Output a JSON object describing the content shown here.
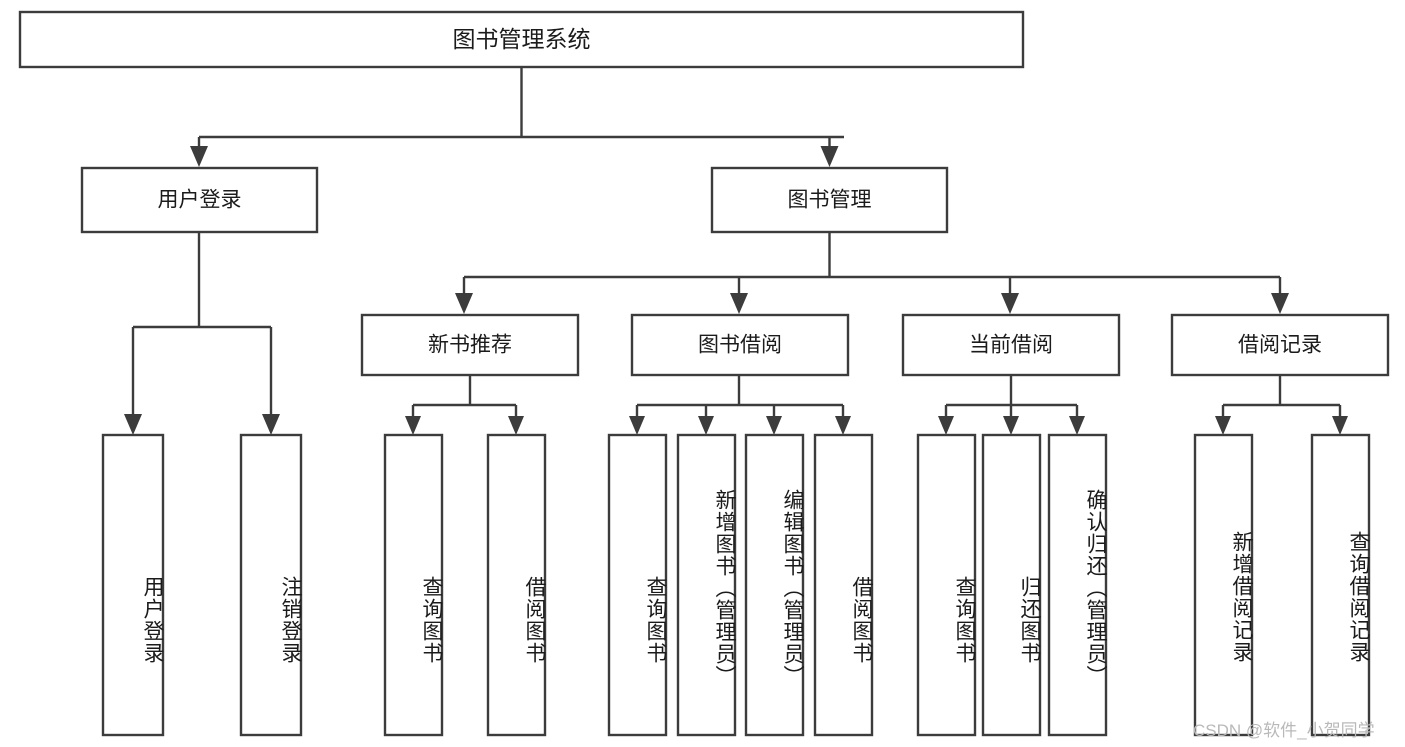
{
  "diagram": {
    "type": "tree-hierarchy-chart",
    "title": "图书管理系统",
    "orientation": "top-down",
    "colors": {
      "stroke": "#3c3c3c",
      "fill": "#ffffff",
      "text": "#1b1b1b",
      "watermark": "#b9b9b9",
      "background": "#ffffff"
    },
    "levels": {
      "level1": [
        {
          "id": "root",
          "label": "图书管理系统"
        }
      ],
      "level2": [
        {
          "id": "user-login",
          "label": "用户登录"
        },
        {
          "id": "book-manage",
          "label": "图书管理"
        }
      ],
      "level3": [
        {
          "id": "new-book-rec",
          "label": "新书推荐"
        },
        {
          "id": "book-borrow",
          "label": "图书借阅"
        },
        {
          "id": "current-borrow",
          "label": "当前借阅"
        },
        {
          "id": "borrow-record",
          "label": "借阅记录"
        }
      ],
      "level4": [
        {
          "id": "leaf-user-login",
          "label": "用户登录",
          "parent": "user-login"
        },
        {
          "id": "leaf-logout-login",
          "label": "注销登录",
          "parent": "user-login"
        },
        {
          "id": "leaf-query-book-1",
          "label": "查询图书",
          "parent": "new-book-rec"
        },
        {
          "id": "leaf-borrow-book-1",
          "label": "借阅图书",
          "parent": "new-book-rec"
        },
        {
          "id": "leaf-query-book-2",
          "label": "查询图书",
          "parent": "book-borrow"
        },
        {
          "id": "leaf-add-book",
          "label": "新增图书（管理员）",
          "parent": "book-borrow"
        },
        {
          "id": "leaf-edit-book",
          "label": "编辑图书（管理员）",
          "parent": "book-borrow"
        },
        {
          "id": "leaf-borrow-book-2",
          "label": "借阅图书",
          "parent": "book-borrow"
        },
        {
          "id": "leaf-query-book-3",
          "label": "查询图书",
          "parent": "current-borrow"
        },
        {
          "id": "leaf-return-book",
          "label": "归还图书",
          "parent": "current-borrow"
        },
        {
          "id": "leaf-confirm-return",
          "label": "确认归还（管理员）",
          "parent": "current-borrow"
        },
        {
          "id": "leaf-add-record",
          "label": "新增借阅记录",
          "parent": "borrow-record"
        },
        {
          "id": "leaf-query-record",
          "label": "查询借阅记录",
          "parent": "borrow-record"
        }
      ]
    },
    "watermark": "CSDN @软件_小贺同学"
  }
}
